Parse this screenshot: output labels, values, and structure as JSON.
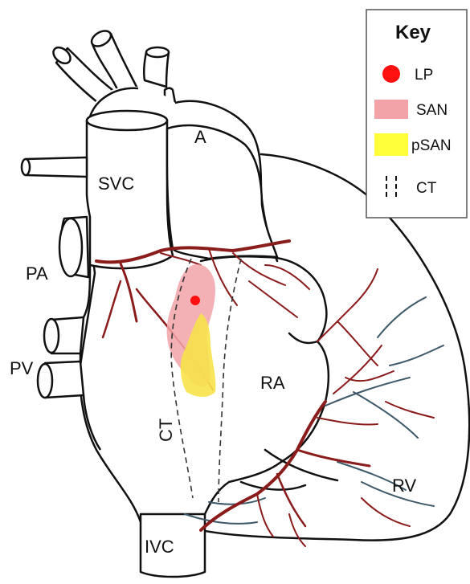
{
  "labels": {
    "svc": "SVC",
    "a": "A",
    "pa": "PA",
    "pv": "PV",
    "ra": "RA",
    "rv": "RV",
    "ct": "CT",
    "ivc": "IVC"
  },
  "key": {
    "title": "Key",
    "items": [
      {
        "label": "LP",
        "color": "#ff1010"
      },
      {
        "label": "SAN",
        "color": "#f2a3a8"
      },
      {
        "label": "pSAN",
        "color": "#ffff3a"
      },
      {
        "label": "CT",
        "color": "#111111"
      }
    ]
  },
  "colors": {
    "outline": "#111111",
    "artery": "#8b1c1c",
    "vein": "#3d5868",
    "san": "#f2a3a8",
    "psan": "#f5e84a",
    "lp": "#ff1010"
  }
}
